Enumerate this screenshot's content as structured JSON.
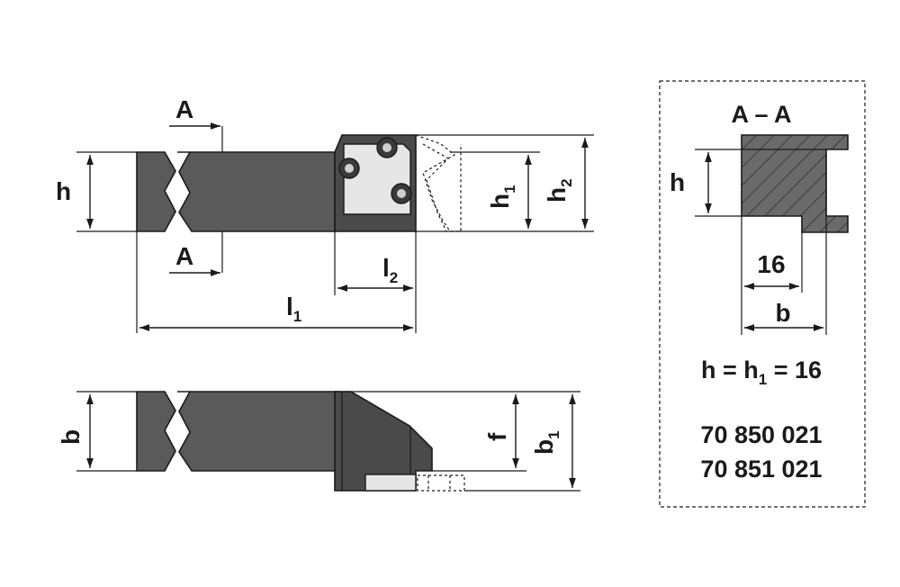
{
  "section_title": "A – A",
  "cut_label_top": "A",
  "cut_label_bottom": "A",
  "dims": {
    "h": "h",
    "h1_base": "h",
    "h1_sub": "1",
    "h2_base": "h",
    "h2_sub": "2",
    "l2_base": "l",
    "l2_sub": "2",
    "l1_base": "l",
    "l1_sub": "1",
    "b": "b",
    "f": "f",
    "b1_base": "b",
    "b1_sub": "1",
    "section_h": "h",
    "section_16": "16",
    "section_b": "b"
  },
  "formula": {
    "part1": "h = h",
    "sub": "1",
    "part2": " = 16"
  },
  "part_numbers": [
    "70 850 021",
    "70 851 021"
  ],
  "colors": {
    "body_fill": "#5a5a5a",
    "line": "#1a1a1a"
  }
}
